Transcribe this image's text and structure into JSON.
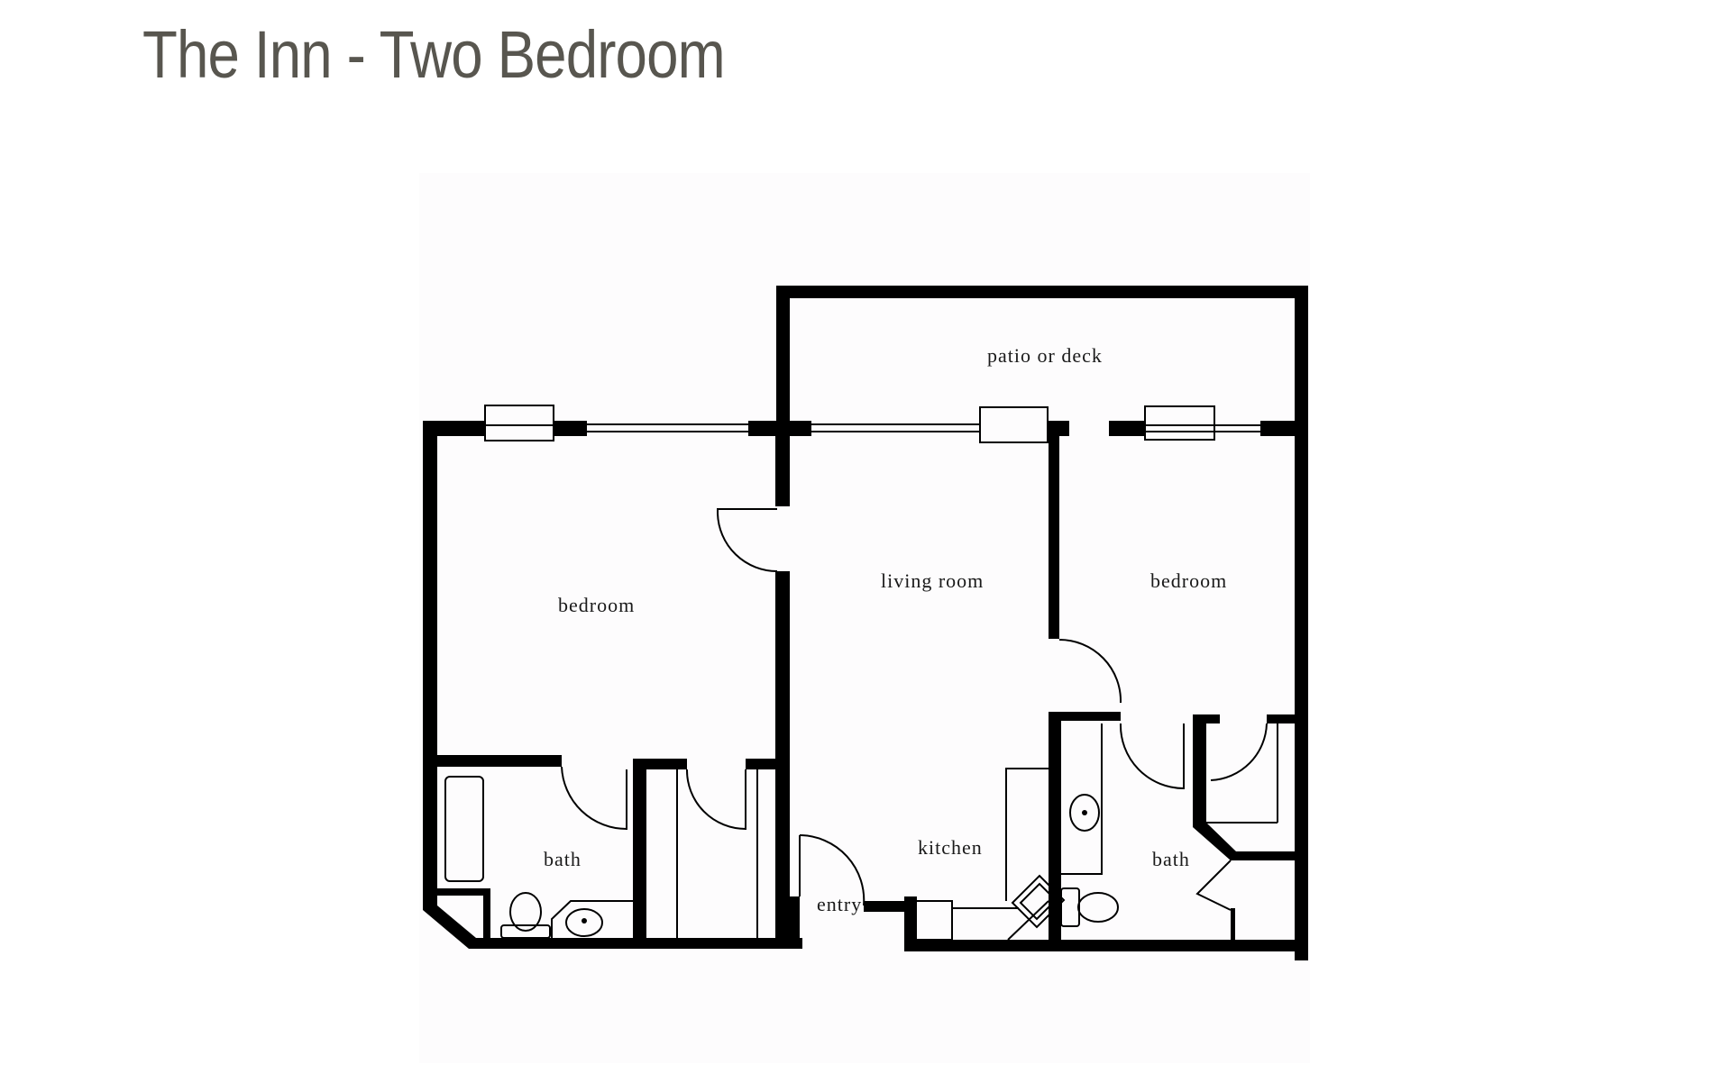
{
  "header": {
    "title": "The Inn - Two Bedroom"
  },
  "floorplan": {
    "rooms": {
      "patio": "patio or deck",
      "bedroom_left": "bedroom",
      "living_room": "living room",
      "bedroom_right": "bedroom",
      "bath_left": "bath",
      "kitchen": "kitchen",
      "entry": "entry",
      "bath_right": "bath"
    },
    "colors": {
      "wall": "#000000",
      "title": "#58564f",
      "background": "#fdfcfd"
    }
  }
}
